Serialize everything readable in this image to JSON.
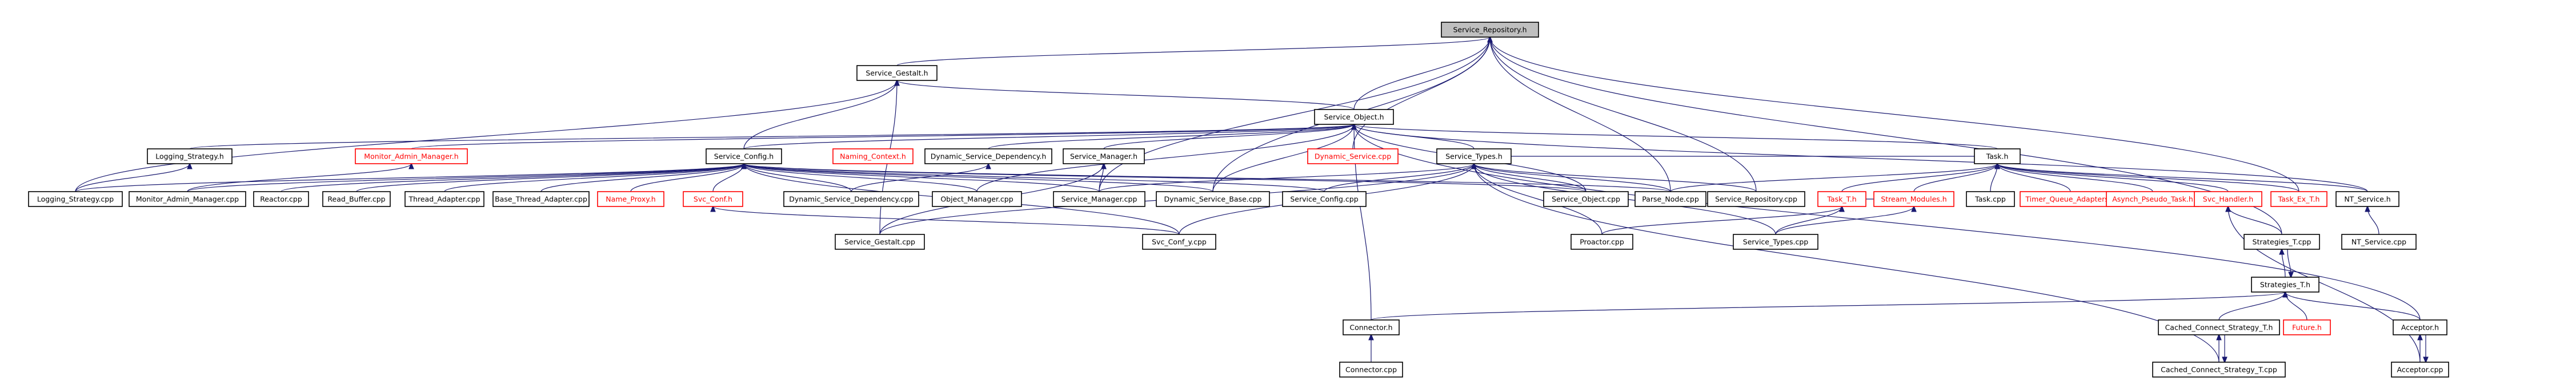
{
  "colors": {
    "edge": "#191970",
    "node_border": "#000000",
    "missing_border": "#ff0000",
    "missing_text": "#ff0000",
    "root_fill": "#bfbfbf",
    "node_fill": "#ffffff"
  },
  "nodes": [
    {
      "id": "service_repository_h",
      "label": "Service_Repository.h",
      "root": true
    },
    {
      "id": "service_gestalt_h",
      "label": "Service_Gestalt.h"
    },
    {
      "id": "service_object_h",
      "label": "Service_Object.h"
    },
    {
      "id": "logging_strategy_h",
      "label": "Logging_Strategy.h"
    },
    {
      "id": "monitor_admin_manager_h",
      "label": "Monitor_Admin_Manager.h",
      "missing": true
    },
    {
      "id": "service_config_h",
      "label": "Service_Config.h"
    },
    {
      "id": "naming_context_h",
      "label": "Naming_Context.h",
      "missing": true
    },
    {
      "id": "dynamic_service_dependency_h",
      "label": "Dynamic_Service_Dependency.h"
    },
    {
      "id": "service_manager_h",
      "label": "Service_Manager.h"
    },
    {
      "id": "dynamic_service_cpp",
      "label": "Dynamic_Service.cpp",
      "missing": true
    },
    {
      "id": "service_types_h",
      "label": "Service_Types.h"
    },
    {
      "id": "task_h",
      "label": "Task.h"
    },
    {
      "id": "logging_strategy_cpp",
      "label": "Logging_Strategy.cpp"
    },
    {
      "id": "monitor_admin_manager_cpp",
      "label": "Monitor_Admin_Manager.cpp"
    },
    {
      "id": "reactor_cpp",
      "label": "Reactor.cpp"
    },
    {
      "id": "read_buffer_cpp",
      "label": "Read_Buffer.cpp"
    },
    {
      "id": "thread_adapter_cpp",
      "label": "Thread_Adapter.cpp"
    },
    {
      "id": "base_thread_adapter_cpp",
      "label": "Base_Thread_Adapter.cpp"
    },
    {
      "id": "name_proxy_h",
      "label": "Name_Proxy.h",
      "missing": true
    },
    {
      "id": "svc_conf_h",
      "label": "Svc_Conf.h",
      "missing": true
    },
    {
      "id": "dynamic_service_dependency_cpp",
      "label": "Dynamic_Service_Dependency.cpp"
    },
    {
      "id": "object_manager_cpp",
      "label": "Object_Manager.cpp"
    },
    {
      "id": "service_manager_cpp",
      "label": "Service_Manager.cpp"
    },
    {
      "id": "dynamic_service_base_cpp",
      "label": "Dynamic_Service_Base.cpp"
    },
    {
      "id": "service_config_cpp",
      "label": "Service_Config.cpp"
    },
    {
      "id": "service_object_cpp",
      "label": "Service_Object.cpp"
    },
    {
      "id": "parse_node_cpp",
      "label": "Parse_Node.cpp"
    },
    {
      "id": "service_repository_cpp",
      "label": "Service_Repository.cpp"
    },
    {
      "id": "task_t_h",
      "label": "Task_T.h",
      "missing": true
    },
    {
      "id": "stream_modules_h",
      "label": "Stream_Modules.h",
      "missing": true
    },
    {
      "id": "task_cpp",
      "label": "Task.cpp"
    },
    {
      "id": "timer_queue_adapters_h",
      "label": "Timer_Queue_Adapters.h",
      "missing": true
    },
    {
      "id": "asynch_pseudo_task_h",
      "label": "Asynch_Pseudo_Task.h",
      "missing": true
    },
    {
      "id": "svc_handler_h",
      "label": "Svc_Handler.h",
      "missing": true
    },
    {
      "id": "task_ex_t_h",
      "label": "Task_Ex_T.h",
      "missing": true
    },
    {
      "id": "nt_service_h",
      "label": "NT_Service.h"
    },
    {
      "id": "service_gestalt_cpp",
      "label": "Service_Gestalt.cpp"
    },
    {
      "id": "svc_conf_y_cpp",
      "label": "Svc_Conf_y.cpp"
    },
    {
      "id": "proactor_cpp",
      "label": "Proactor.cpp"
    },
    {
      "id": "service_types_cpp",
      "label": "Service_Types.cpp"
    },
    {
      "id": "strategies_t_cpp",
      "label": "Strategies_T.cpp"
    },
    {
      "id": "nt_service_cpp",
      "label": "NT_Service.cpp"
    },
    {
      "id": "strategies_t_h",
      "label": "Strategies_T.h"
    },
    {
      "id": "connector_h",
      "label": "Connector.h"
    },
    {
      "id": "cached_connect_strategy_t_h",
      "label": "Cached_Connect_Strategy_T.h"
    },
    {
      "id": "future_h",
      "label": "Future.h",
      "missing": true
    },
    {
      "id": "acceptor_h",
      "label": "Acceptor.h"
    },
    {
      "id": "connector_cpp",
      "label": "Connector.cpp"
    },
    {
      "id": "cached_connect_strategy_t_cpp",
      "label": "Cached_Connect_Strategy_T.cpp"
    },
    {
      "id": "acceptor_cpp",
      "label": "Acceptor.cpp"
    }
  ],
  "edges": [
    [
      "service_gestalt_h",
      "service_repository_h"
    ],
    [
      "service_object_h",
      "service_repository_h"
    ],
    [
      "dynamic_service_base_cpp",
      "service_repository_h"
    ],
    [
      "service_manager_cpp",
      "service_repository_h"
    ],
    [
      "dynamic_service_cpp",
      "service_repository_h"
    ],
    [
      "parse_node_cpp",
      "service_repository_h"
    ],
    [
      "service_repository_cpp",
      "service_repository_h"
    ],
    [
      "strategies_t_cpp",
      "service_repository_h"
    ],
    [
      "task_ex_t_h",
      "service_repository_h"
    ],
    [
      "service_object_h",
      "service_gestalt_h"
    ],
    [
      "service_config_h",
      "service_gestalt_h"
    ],
    [
      "service_gestalt_cpp",
      "service_gestalt_h"
    ],
    [
      "logging_strategy_cpp",
      "service_gestalt_h"
    ],
    [
      "service_config_h",
      "service_object_h"
    ],
    [
      "monitor_admin_manager_h",
      "service_object_h"
    ],
    [
      "logging_strategy_h",
      "service_object_h"
    ],
    [
      "service_manager_h",
      "service_object_h"
    ],
    [
      "dynamic_service_dependency_h",
      "service_object_h"
    ],
    [
      "service_types_h",
      "service_object_h"
    ],
    [
      "task_h",
      "service_object_h"
    ],
    [
      "connector_h",
      "service_object_h"
    ],
    [
      "acceptor_h",
      "service_object_h"
    ],
    [
      "nt_service_h",
      "service_object_h"
    ],
    [
      "service_object_cpp",
      "service_object_h"
    ],
    [
      "dynamic_service_base_cpp",
      "service_object_h"
    ],
    [
      "object_manager_cpp",
      "service_object_h"
    ],
    [
      "logging_strategy_cpp",
      "logging_strategy_h"
    ],
    [
      "monitor_admin_manager_cpp",
      "monitor_admin_manager_h"
    ],
    [
      "logging_strategy_cpp",
      "service_config_h"
    ],
    [
      "monitor_admin_manager_cpp",
      "service_config_h"
    ],
    [
      "reactor_cpp",
      "service_config_h"
    ],
    [
      "read_buffer_cpp",
      "service_config_h"
    ],
    [
      "thread_adapter_cpp",
      "service_config_h"
    ],
    [
      "base_thread_adapter_cpp",
      "service_config_h"
    ],
    [
      "name_proxy_h",
      "service_config_h"
    ],
    [
      "svc_conf_h",
      "service_config_h"
    ],
    [
      "dynamic_service_dependency_cpp",
      "service_config_h"
    ],
    [
      "object_manager_cpp",
      "service_config_h"
    ],
    [
      "service_manager_cpp",
      "service_config_h"
    ],
    [
      "dynamic_service_base_cpp",
      "service_config_h"
    ],
    [
      "service_config_cpp",
      "service_config_h"
    ],
    [
      "service_object_cpp",
      "service_config_h"
    ],
    [
      "parse_node_cpp",
      "service_config_h"
    ],
    [
      "svc_conf_y_cpp",
      "service_config_h"
    ],
    [
      "dynamic_service_dependency_cpp",
      "dynamic_service_dependency_h"
    ],
    [
      "service_manager_cpp",
      "service_manager_h"
    ],
    [
      "service_gestalt_cpp",
      "service_manager_h"
    ],
    [
      "task_h",
      "service_types_h"
    ],
    [
      "service_object_cpp",
      "service_types_h"
    ],
    [
      "parse_node_cpp",
      "service_types_h"
    ],
    [
      "service_repository_cpp",
      "service_types_h"
    ],
    [
      "service_manager_cpp",
      "service_types_h"
    ],
    [
      "service_config_cpp",
      "service_types_h"
    ],
    [
      "service_types_cpp",
      "service_types_h"
    ],
    [
      "service_gestalt_cpp",
      "service_types_h"
    ],
    [
      "svc_conf_y_cpp",
      "service_types_h"
    ],
    [
      "proactor_cpp",
      "service_types_h"
    ],
    [
      "cached_connect_strategy_t_cpp",
      "service_types_h"
    ],
    [
      "task_t_h",
      "task_h"
    ],
    [
      "stream_modules_h",
      "task_h"
    ],
    [
      "task_cpp",
      "task_h"
    ],
    [
      "timer_queue_adapters_h",
      "task_h"
    ],
    [
      "asynch_pseudo_task_h",
      "task_h"
    ],
    [
      "svc_handler_h",
      "task_h"
    ],
    [
      "task_ex_t_h",
      "task_h"
    ],
    [
      "nt_service_h",
      "task_h"
    ],
    [
      "parse_node_cpp",
      "task_h"
    ],
    [
      "stream_modules_h",
      "task_t_h"
    ],
    [
      "service_types_cpp",
      "task_t_h"
    ],
    [
      "proactor_cpp",
      "task_t_h"
    ],
    [
      "service_types_cpp",
      "stream_modules_h"
    ],
    [
      "strategies_t_cpp",
      "svc_handler_h"
    ],
    [
      "acceptor_cpp",
      "svc_handler_h"
    ],
    [
      "nt_service_cpp",
      "nt_service_h"
    ],
    [
      "svc_conf_y_cpp",
      "svc_conf_h"
    ],
    [
      "strategies_t_h",
      "strategies_t_cpp"
    ],
    [
      "strategies_t_cpp",
      "strategies_t_h"
    ],
    [
      "connector_h",
      "strategies_t_h"
    ],
    [
      "cached_connect_strategy_t_h",
      "strategies_t_h"
    ],
    [
      "future_h",
      "strategies_t_h"
    ],
    [
      "acceptor_h",
      "strategies_t_h"
    ],
    [
      "connector_cpp",
      "connector_h"
    ],
    [
      "cached_connect_strategy_t_cpp",
      "cached_connect_strategy_t_h"
    ],
    [
      "cached_connect_strategy_t_h",
      "cached_connect_strategy_t_cpp"
    ],
    [
      "acceptor_cpp",
      "acceptor_h"
    ],
    [
      "acceptor_h",
      "acceptor_cpp"
    ]
  ]
}
